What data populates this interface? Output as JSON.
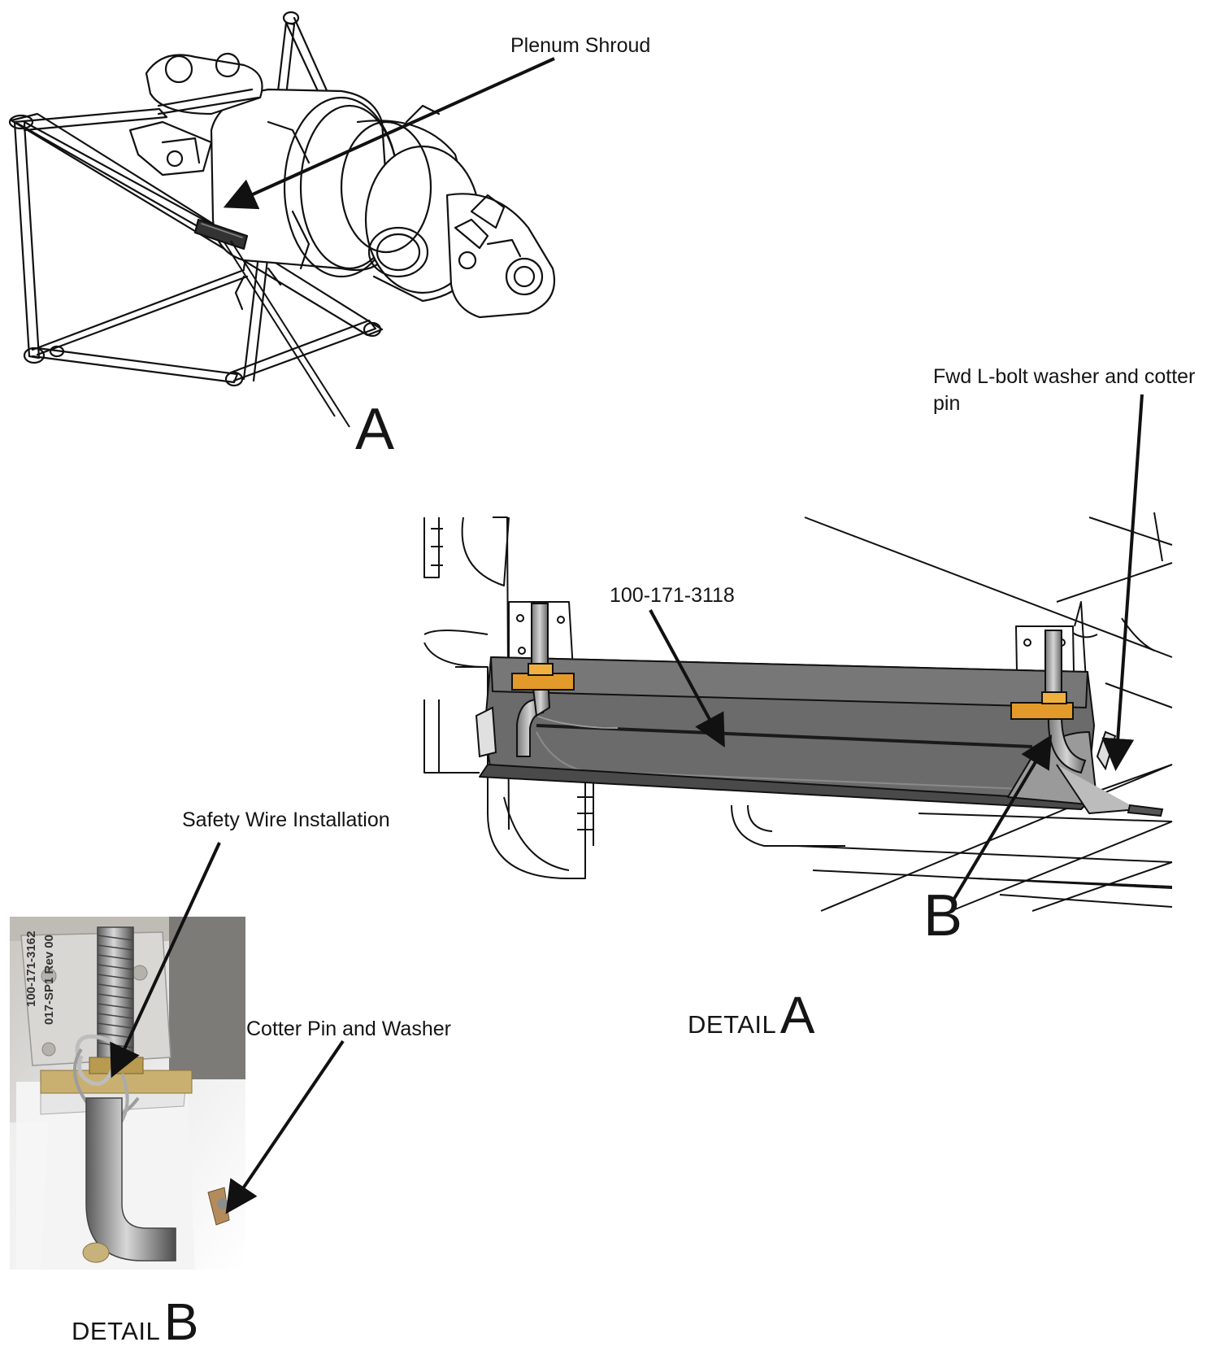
{
  "labels": {
    "plenum_shroud": "Plenum Shroud",
    "callout_a": "A",
    "fwd_lbolt_line1": "Fwd L-bolt washer and cotter",
    "fwd_lbolt_line2": "pin",
    "part_number": "100-171-3118",
    "callout_b": "B",
    "detail_a_word": "DETAIL",
    "detail_a_letter": "A",
    "safety_wire": "Safety Wire Installation",
    "cotter_pin": "Cotter Pin and Washer",
    "detail_b_word": "DETAIL",
    "detail_b_letter": "B"
  },
  "photo_text": {
    "part_id": "100-171-3162",
    "rev": "017-SP1 Rev 00"
  },
  "colors": {
    "line": "#111111",
    "shroud": "#6b6b6b",
    "shroud_dark": "#4a4a4a",
    "bracket": "#e8e8e8",
    "fitting": "#e39a2a",
    "photo_bg": "#b8b4ae",
    "photo_plate": "#d8d6d2"
  }
}
